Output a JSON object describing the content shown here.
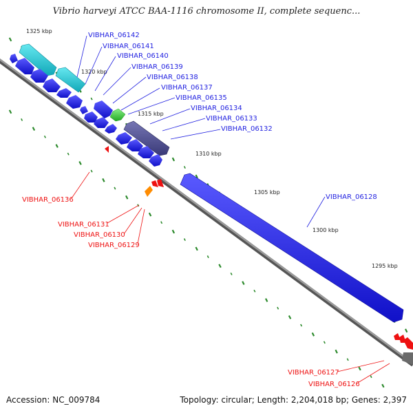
{
  "title": "Vibrio harveyi ATCC BAA-1116 chromosome II, complete sequenc...",
  "footer": {
    "accession": "Accession: NC_009784",
    "topology": "Topology: circular; Length: 2,204,018 bp; Genes: 2,397"
  },
  "colors": {
    "forward": "#1f1fe0",
    "reverse": "#ee1111",
    "backbone": "#808080",
    "ticks": "#2c8a2c",
    "cyan": "#22c8d8",
    "green": "#44cc44",
    "slate": "#4a4a8e",
    "orange": "#ff8c00"
  },
  "kbp_labels": [
    "1325 kbp",
    "1320 kbp",
    "1315 kbp",
    "1310 kbp",
    "1305 kbp",
    "1300 kbp",
    "1295 kbp"
  ],
  "forward_genes": [
    "VIBHAR_06142",
    "VIBHAR_06141",
    "VIBHAR_06140",
    "VIBHAR_06139",
    "VIBHAR_06138",
    "VIBHAR_06137",
    "VIBHAR_06135",
    "VIBHAR_06134",
    "VIBHAR_06133",
    "VIBHAR_06132",
    "VIBHAR_06128"
  ],
  "reverse_genes": [
    "VIBHAR_06136",
    "VIBHAR_06131",
    "VIBHAR_06130",
    "VIBHAR_06129",
    "VIBHAR_06127",
    "VIBHAR_06126"
  ]
}
